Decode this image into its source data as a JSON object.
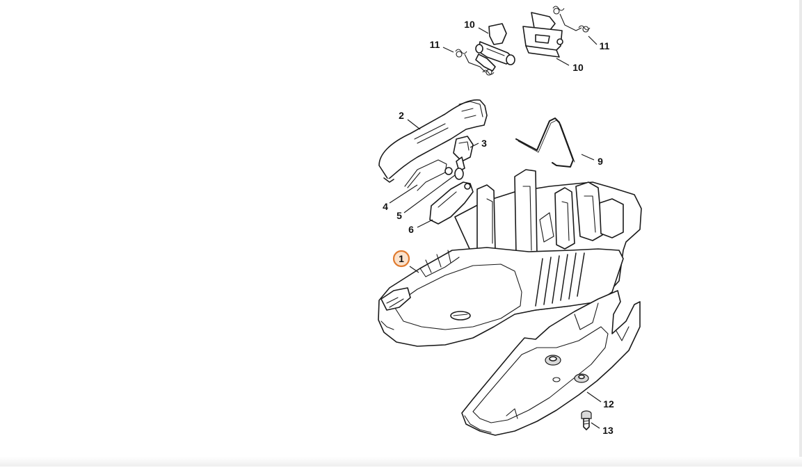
{
  "callouts": [
    {
      "label": "1",
      "highlighted": true
    },
    {
      "label": "2"
    },
    {
      "label": "3"
    },
    {
      "label": "4"
    },
    {
      "label": "5"
    },
    {
      "label": "6"
    },
    {
      "label": "9"
    },
    {
      "label": "10"
    },
    {
      "label": "10"
    },
    {
      "label": "11"
    },
    {
      "label": "11"
    },
    {
      "label": "12"
    },
    {
      "label": "13"
    }
  ],
  "colors": {
    "highlight_stroke": "#e07a2e",
    "highlight_fill": "#fbe2cc",
    "line": "#1a1a1a"
  }
}
